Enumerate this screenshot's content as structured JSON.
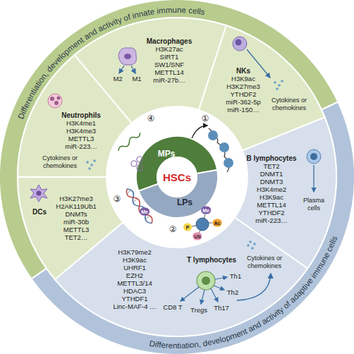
{
  "diagram": {
    "nodes": [
      {
        "text": [
          "Differentiation, development and activity of innate immune cells"
        ]
      },
      {
        "text": [
          "Differentiation, development and activity of adaptive immune cells"
        ]
      },
      {
        "text": [
          "Neutrophils",
          "H3K4me1",
          "H3K4me3",
          "METTL3",
          "miR-223…",
          "Cytokines or chemokines"
        ]
      },
      {
        "text": [
          "Macrophages",
          "H3K27ac",
          "SIRT1",
          "SW1/SNF",
          "METTL14",
          "miR-27b…"
        ]
      },
      {
        "text": [
          "NKs",
          "H3K9ac",
          "H3K27me3",
          "YTHDF2",
          "miR-362-5p",
          "miR-150…",
          "Cytokines or chemokines"
        ]
      },
      {
        "text": [
          "B lymphocytes",
          "TET2",
          "DNMT1",
          "DNMT3",
          "H3K4me2",
          "H3K9ac",
          "METTL14",
          "YTHDF2",
          "miR-223…",
          "Plasma cells"
        ]
      },
      {
        "text": [
          "T lymphocytes",
          "H3K79me2",
          "H3K9ac",
          "UHRF1",
          "EZH2",
          "METTL3/14",
          "HDAC3",
          "YTHDF1",
          "Linc-MAF-4 …",
          "Cytokines or chemokines"
        ]
      },
      {
        "text": [
          "DCs",
          "H3K27me3",
          "H2AK119Ub1",
          "DNMTs",
          "miR-30b",
          "METTL3",
          "TET2…"
        ]
      },
      {
        "text": [
          "MPs"
        ]
      },
      {
        "text": [
          "LPs"
        ]
      },
      {
        "text": [
          "HSCs"
        ]
      }
    ],
    "labels": [
      "①",
      "②",
      "③",
      "④",
      "Me",
      "Ac",
      "P",
      "Ub",
      "Me",
      "M2",
      "M1",
      "Th1",
      "Th2",
      "Th17",
      "Tregs",
      "CD8 T"
    ]
  }
}
